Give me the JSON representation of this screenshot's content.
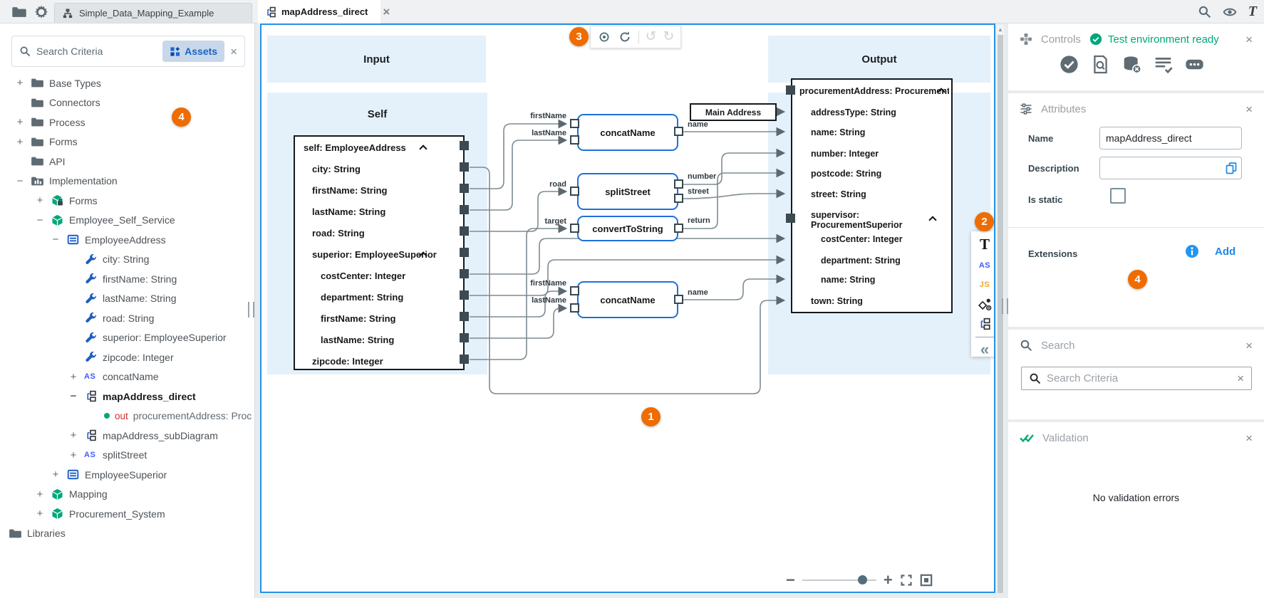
{
  "colors": {
    "accent_blue": "#1e88e5",
    "canvas_border": "#2492e6",
    "band_blue": "#e4f1fb",
    "badge_orange": "#ef6c00",
    "teal": "#00a878",
    "wire_gray": "#7f8b92",
    "out_red": "#cc2f2f"
  },
  "topbar": {
    "project_tab": "Simple_Data_Mapping_Example",
    "doc_tab": "mapAddress_direct",
    "right_icons": [
      "search",
      "preview",
      "typography"
    ]
  },
  "sidebar": {
    "search_placeholder": "Search Criteria",
    "assets_label": "Assets",
    "tree": [
      {
        "label": "Base Types"
      },
      {
        "label": "Connectors"
      },
      {
        "label": "Process"
      },
      {
        "label": "Forms"
      },
      {
        "label": "API"
      },
      {
        "label": "Implementation"
      },
      {
        "label": "Forms"
      },
      {
        "label": "Employee_Self_Service"
      },
      {
        "label": "EmployeeAddress"
      },
      {
        "label": "city: String"
      },
      {
        "label": "firstName: String"
      },
      {
        "label": "lastName: String"
      },
      {
        "label": "road: String"
      },
      {
        "label": "superior: EmployeeSuperior"
      },
      {
        "label": "zipcode: Integer"
      },
      {
        "label": "concatName"
      },
      {
        "label": "mapAddress_direct"
      },
      {
        "prefix": "out",
        "label": "procurementAddress: Proc"
      },
      {
        "label": "mapAddress_subDiagram"
      },
      {
        "label": "splitStreet"
      },
      {
        "label": "EmployeeSuperior"
      },
      {
        "label": "Mapping"
      },
      {
        "label": "Procurement_System"
      },
      {
        "label": "Libraries"
      }
    ]
  },
  "canvas": {
    "input_title": "Input",
    "self_title": "Self",
    "output_title": "Output",
    "constant_label": "Main Address",
    "self_rows": [
      "self: EmployeeAddress",
      "city: String",
      "firstName: String",
      "lastName: String",
      "road: String",
      "superior: EmployeeSuperior",
      "costCenter: Integer",
      "department: String",
      "firstName: String",
      "lastName: String",
      "zipcode: Integer"
    ],
    "output_rows": [
      "procurementAddress: ProcurementAddress",
      "addressType: String",
      "name: String",
      "number: Integer",
      "postcode: String",
      "street: String",
      "supervisor: ProcurementSuperior",
      "costCenter: Integer",
      "department: String",
      "name: String",
      "town: String"
    ],
    "functions": [
      {
        "name": "concatName",
        "inputs": [
          "firstName",
          "lastName"
        ],
        "outputs": [
          "name"
        ]
      },
      {
        "name": "splitStreet",
        "inputs": [
          "road"
        ],
        "outputs": [
          "number",
          "street"
        ]
      },
      {
        "name": "convertToString",
        "inputs": [
          "target"
        ],
        "outputs": [
          "return"
        ]
      },
      {
        "name": "concatName",
        "inputs": [
          "firstName",
          "lastName"
        ],
        "outputs": [
          "name"
        ]
      }
    ]
  },
  "side_toolbar": {
    "items": [
      "text",
      "assign-script",
      "javascript",
      "condition",
      "subdiagram"
    ],
    "collapse_icon": "collapse-left"
  },
  "right_panel": {
    "controls": {
      "title": "Controls",
      "status": "Test environment ready",
      "icons": [
        "execute",
        "doc-search",
        "clear-data",
        "log-check",
        "tag-more"
      ]
    },
    "attributes": {
      "title": "Attributes",
      "name_label": "Name",
      "name_value": "mapAddress_direct",
      "description_label": "Description",
      "is_static_label": "Is static",
      "extensions_label": "Extensions",
      "add_label": "Add"
    },
    "search": {
      "title": "Search",
      "placeholder": "Search Criteria"
    },
    "validation": {
      "title": "Validation",
      "message": "No validation errors"
    }
  },
  "badges": {
    "b1": "1",
    "b2": "2",
    "b3": "3",
    "b4_left": "4",
    "b4_right": "4"
  }
}
